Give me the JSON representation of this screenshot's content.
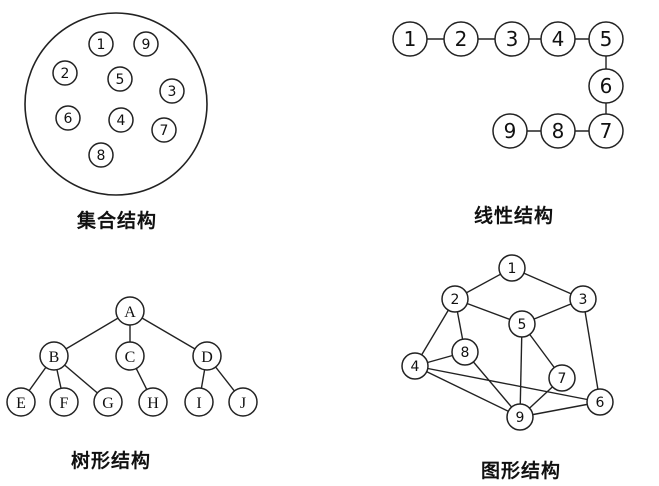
{
  "colors": {
    "stroke": "#222222",
    "text": "#111111",
    "fill": "#ffffff"
  },
  "captions": {
    "set": "集合结构",
    "linear": "线性结构",
    "tree": "树形结构",
    "graph": "图形结构"
  },
  "set_structure": {
    "elements": [
      "1",
      "9",
      "2",
      "5",
      "3",
      "6",
      "4",
      "7",
      "8"
    ]
  },
  "linear_structure": {
    "nodes": [
      "1",
      "2",
      "3",
      "4",
      "5",
      "6",
      "7",
      "8",
      "9"
    ],
    "edges": [
      [
        "1",
        "2"
      ],
      [
        "2",
        "3"
      ],
      [
        "3",
        "4"
      ],
      [
        "4",
        "5"
      ],
      [
        "5",
        "6"
      ],
      [
        "6",
        "7"
      ],
      [
        "7",
        "8"
      ],
      [
        "8",
        "9"
      ]
    ]
  },
  "tree_structure": {
    "nodes": [
      "A",
      "B",
      "C",
      "D",
      "E",
      "F",
      "G",
      "H",
      "I",
      "J"
    ],
    "edges": [
      [
        "A",
        "B"
      ],
      [
        "A",
        "C"
      ],
      [
        "A",
        "D"
      ],
      [
        "B",
        "E"
      ],
      [
        "B",
        "F"
      ],
      [
        "B",
        "G"
      ],
      [
        "C",
        "H"
      ],
      [
        "D",
        "I"
      ],
      [
        "D",
        "J"
      ]
    ]
  },
  "graph_structure": {
    "nodes": [
      "1",
      "2",
      "3",
      "4",
      "5",
      "6",
      "7",
      "8",
      "9"
    ],
    "edges": [
      [
        "1",
        "2"
      ],
      [
        "1",
        "3"
      ],
      [
        "2",
        "5"
      ],
      [
        "3",
        "5"
      ],
      [
        "2",
        "4"
      ],
      [
        "2",
        "8"
      ],
      [
        "4",
        "8"
      ],
      [
        "4",
        "9"
      ],
      [
        "8",
        "9"
      ],
      [
        "5",
        "9"
      ],
      [
        "5",
        "7"
      ],
      [
        "7",
        "9"
      ],
      [
        "9",
        "6"
      ],
      [
        "3",
        "6"
      ],
      [
        "4",
        "6"
      ]
    ]
  }
}
